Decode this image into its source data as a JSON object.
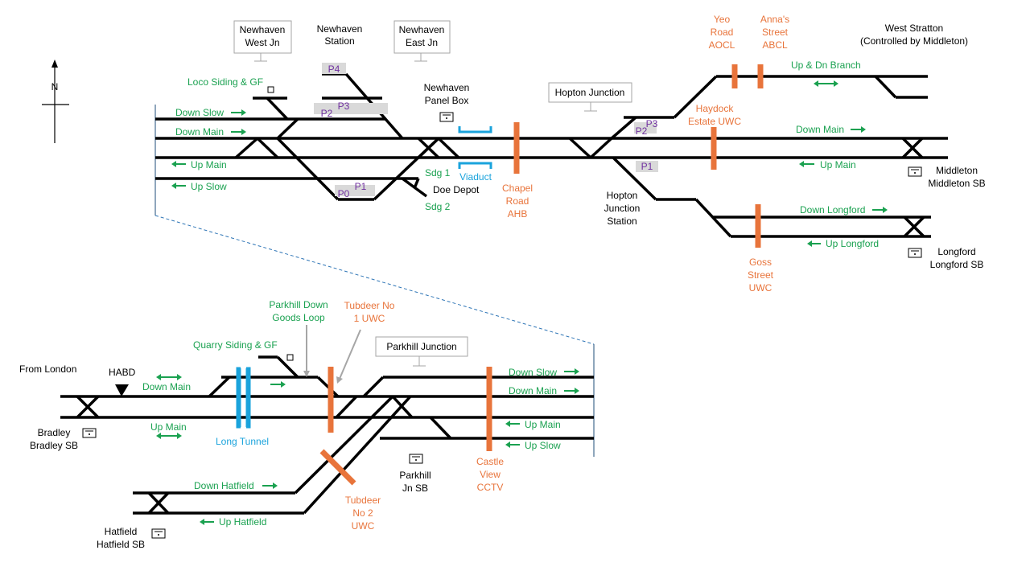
{
  "colors": {
    "track": "#000000",
    "label_green": "#1aa150",
    "crossing_orange": "#e8743b",
    "structure_cyan": "#1aa3dc",
    "platform_purple": "#7030a0"
  },
  "compass": {
    "label": "N"
  },
  "top": {
    "callouts": {
      "newhaven_west": [
        "Newhaven",
        "West Jn"
      ],
      "newhaven_east": [
        "Newhaven",
        "East Jn"
      ],
      "hopton": [
        "Hopton Junction"
      ]
    },
    "stations": {
      "newhaven": [
        "Newhaven",
        "Station"
      ],
      "hopton": [
        "Hopton",
        "Junction",
        "Station"
      ],
      "west_stratton": [
        "West Stratton",
        "(Controlled  by Middleton)"
      ]
    },
    "signal_boxes": {
      "panel": [
        "Newhaven",
        "Panel Box"
      ],
      "middleton": [
        "Middleton",
        "Middleton SB"
      ],
      "longford": [
        "Longford",
        "Longford SB"
      ]
    },
    "lines": {
      "loco_siding": "Loco Siding & GF",
      "down_slow": "Down Slow",
      "down_main": "Down Main",
      "up_main": "Up  Main",
      "up_slow": "Up  Slow",
      "down_main_east": "Down Main",
      "up_main_east": "Up  Main",
      "branch": "Up & Dn Branch",
      "down_longford": "Down Longford",
      "up_longford": "Up Longford",
      "sdg1": "Sdg 1",
      "sdg2": "Sdg 2",
      "doe_depot": "Doe Depot"
    },
    "platforms": {
      "p4": "P4",
      "p3": "P3",
      "p2": "P2",
      "p1": "P1",
      "p0": "P0",
      "h_p3": "P3",
      "h_p2": "P2",
      "h_p1": "P1"
    },
    "structures": {
      "viaduct": "Viaduct"
    },
    "crossings": {
      "chapel": [
        "Chapel",
        "Road",
        "AHB"
      ],
      "yeo": [
        "Yeo",
        "Road",
        "AOCL"
      ],
      "annas": [
        "Anna's",
        "Street",
        "ABCL"
      ],
      "haydock": [
        "Haydock",
        "Estate UWC"
      ],
      "goss": [
        "Goss",
        "Street",
        "UWC"
      ]
    }
  },
  "bottom": {
    "labels": {
      "from_london": "From London",
      "habd": "HABD",
      "quarry": "Quarry Siding & GF",
      "parkhill_loop": [
        "Parkhill Down",
        "Goods Loop"
      ],
      "tubdeer1": [
        "Tubdeer No",
        "1 UWC"
      ],
      "down_main": "Down Main",
      "up_main": "Up Main",
      "down_slow": "Down Slow",
      "down_main_east": "Down Main",
      "up_main_east": "Up  Main",
      "up_slow": "Up  Slow",
      "down_hatfield": "Down Hatfield",
      "up_hatfield": "Up  Hatfield",
      "long_tunnel": "Long Tunnel",
      "tubdeer2": [
        "Tubdeer",
        "No 2",
        "UWC"
      ],
      "castle_view": [
        "Castle",
        "View",
        "CCTV"
      ]
    },
    "callouts": {
      "parkhill": [
        "Parkhill Junction"
      ]
    },
    "signal_boxes": {
      "bradley": [
        "Bradley",
        "Bradley SB"
      ],
      "parkhill": [
        "Parkhill",
        "Jn SB"
      ],
      "hatfield": [
        "Hatfield",
        "Hatfield SB"
      ]
    }
  }
}
